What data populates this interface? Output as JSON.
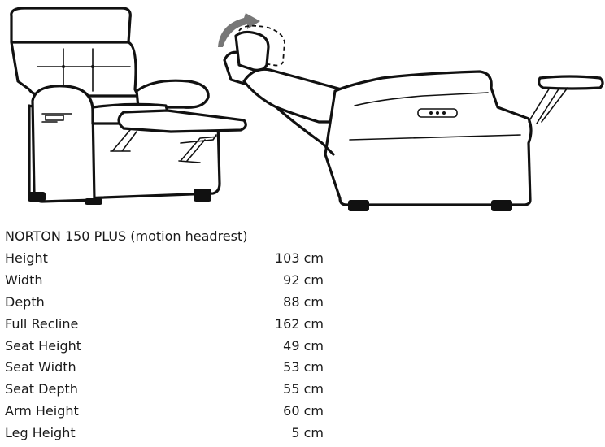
{
  "product": {
    "title": "NORTON 150 PLUS (motion headrest)"
  },
  "specs": [
    {
      "label": "Height",
      "value": "103 cm"
    },
    {
      "label": "Width",
      "value": "92 cm"
    },
    {
      "label": "Depth",
      "value": "88 cm"
    },
    {
      "label": "Full Recline",
      "value": "162 cm"
    },
    {
      "label": "Seat Height",
      "value": "49 cm"
    },
    {
      "label": "Seat Width",
      "value": "53 cm"
    },
    {
      "label": "Seat Depth",
      "value": "55 cm"
    },
    {
      "label": "Arm Height",
      "value": "60 cm"
    },
    {
      "label": "Leg Height",
      "value": "5 cm"
    }
  ],
  "colors": {
    "line": "#111111",
    "arrow": "#777777"
  }
}
